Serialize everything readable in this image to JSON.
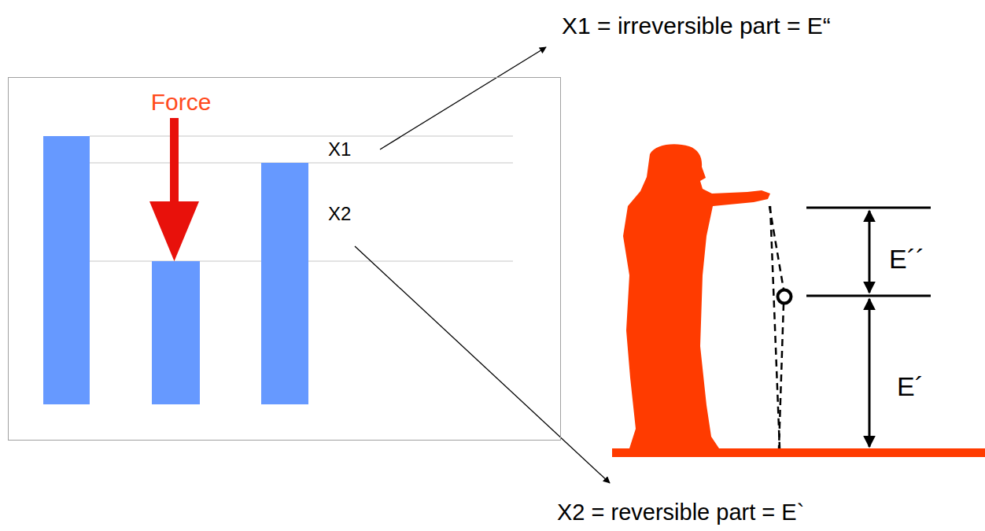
{
  "diagram": {
    "nodes": [
      {
        "text": [
          "Force",
          "X1",
          "X2"
        ]
      }
    ],
    "labels": [
      "X1 = irreversible part = E“",
      "X2 = reversible part = E`",
      "E´´",
      "E´"
    ]
  }
}
